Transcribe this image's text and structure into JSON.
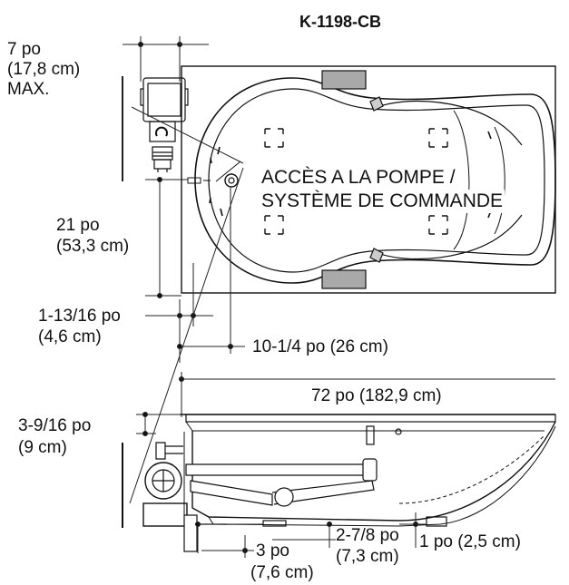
{
  "title": "K-1198-CB",
  "callout": {
    "line1": "ACCÈS A LA POMPE /",
    "line2": "SYSTÈME DE COMMANDE"
  },
  "dimensions": {
    "d7_po": "7 po",
    "d7_cm": "(17,8 cm)",
    "d7_max": "MAX.",
    "d21_po": "21 po",
    "d21_cm": "(53,3 cm)",
    "d1_13_po": "1-13/16 po",
    "d1_13_cm": "(4,6 cm)",
    "d10": "10-1/4 po (26 cm)",
    "d72": "72 po (182,9 cm)",
    "d3_9_po": "3-9/16 po",
    "d3_9_cm": "(9 cm)",
    "d2_7_po": "2-7/8 po",
    "d2_7_cm": "(7,3 cm)",
    "d1po": "1 po (2,5 cm)",
    "d3_po": "3 po",
    "d3_cm": "(7,6 cm)"
  }
}
